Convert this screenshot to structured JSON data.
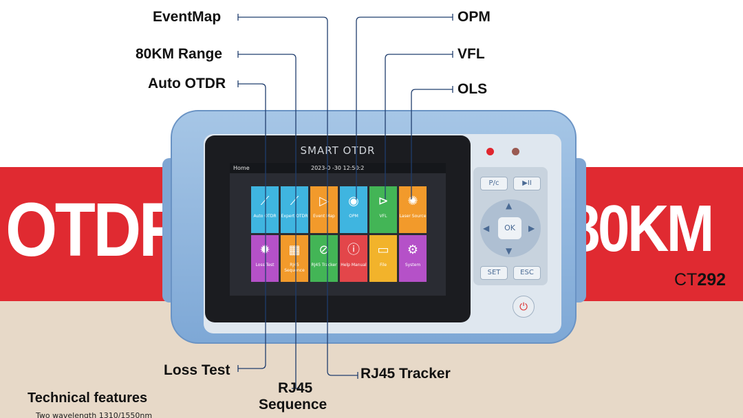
{
  "banner": {
    "left_text": "OTDR",
    "right_text": "80KM",
    "model_prefix": "CT",
    "model_number": "292"
  },
  "device": {
    "title": "SMART OTDR",
    "status": {
      "home": "Home",
      "datetime": "2023-0 -30  12:50:2"
    },
    "tiles": [
      {
        "label": "Auto OTDR",
        "icon": "otdr-wave-icon",
        "color": "#3fb5e0",
        "glyph": "⟋"
      },
      {
        "label": "Expert OTDR",
        "icon": "expert-wave-icon",
        "color": "#3fb5e0",
        "glyph": "⟋"
      },
      {
        "label": "Event Map",
        "icon": "event-map-icon",
        "color": "#f29a2b",
        "glyph": "▷"
      },
      {
        "label": "OPM",
        "icon": "power-meter-icon",
        "color": "#3fb5e0",
        "glyph": "◉"
      },
      {
        "label": "VFL",
        "icon": "vfl-icon",
        "color": "#43b556",
        "glyph": "⊳"
      },
      {
        "label": "Laser Source",
        "icon": "laser-icon",
        "color": "#f29a2b",
        "glyph": "✺"
      },
      {
        "label": "Loss Test",
        "icon": "loss-test-icon",
        "color": "#b551c8",
        "glyph": "✹"
      },
      {
        "label": "RJ45 Sequence",
        "icon": "rj45-sequence-icon",
        "color": "#f29a2b",
        "glyph": "▦"
      },
      {
        "label": "RJ45 Tracker",
        "icon": "rj45-tracker-icon",
        "color": "#43b556",
        "glyph": "⊘"
      },
      {
        "label": "Help Manual",
        "icon": "help-icon",
        "color": "#e3464a",
        "glyph": "ⓘ"
      },
      {
        "label": "File",
        "icon": "folder-icon",
        "color": "#f2b32b",
        "glyph": "▭"
      },
      {
        "label": "System",
        "icon": "gear-icon",
        "color": "#b551c8",
        "glyph": "⚙"
      }
    ],
    "keys": {
      "mode": "P/c",
      "play": "▶II",
      "ok": "OK",
      "set": "SET",
      "esc": "ESC",
      "power": "⏻"
    }
  },
  "callouts": {
    "event_map": "EventMap",
    "range": "80KM Range",
    "auto_otdr": "Auto OTDR",
    "opm": "OPM",
    "vfl": "VFL",
    "ols": "OLS",
    "loss_test": "Loss Test",
    "rj45_sequence_1": "RJ45",
    "rj45_sequence_2": "Sequence",
    "rj45_tracker": "RJ45 Tracker"
  },
  "features": {
    "title": "Technical features",
    "items": [
      "Two wavelength 1310/1550nm"
    ]
  },
  "colors": {
    "red_band": "#e02a31",
    "beige": "#e7d9c8",
    "device_blue": "#7ea8d6"
  }
}
